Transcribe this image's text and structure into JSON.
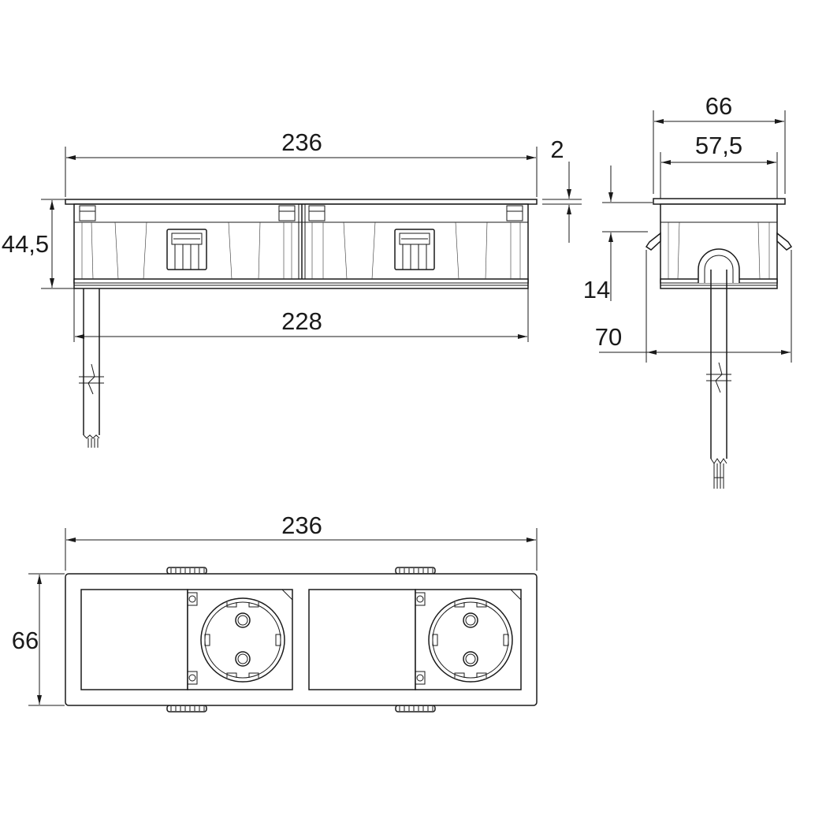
{
  "front_view": {
    "overall_width": "236",
    "height": "44,5",
    "flange": "2",
    "body_width": "228"
  },
  "side_view": {
    "overall_depth": "66",
    "body_depth": "57,5",
    "cutout_height": "14",
    "clip_span": "70"
  },
  "top_view": {
    "overall_width": "236",
    "depth": "66"
  }
}
